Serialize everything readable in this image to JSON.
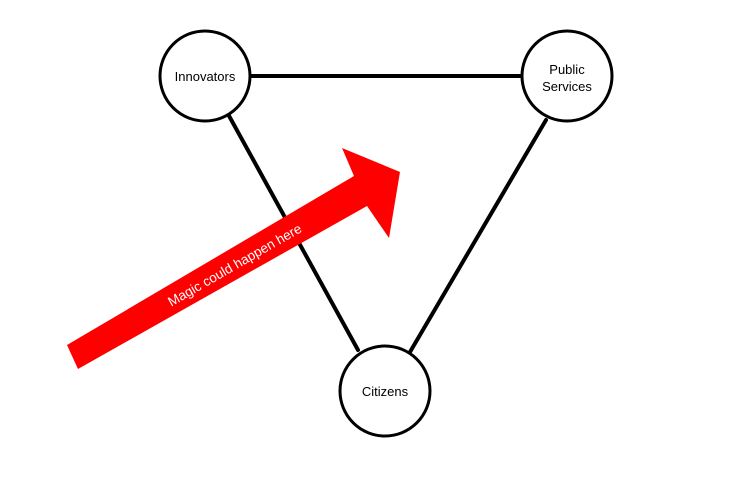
{
  "diagram": {
    "nodes": {
      "innovators": {
        "label": "Innovators"
      },
      "public_services": {
        "label_line1": "Public",
        "label_line2": "Services"
      },
      "citizens": {
        "label": "Citizens"
      }
    },
    "arrow": {
      "label": "Magic could happen here",
      "color": "#ff0000"
    },
    "colors": {
      "line": "#000000",
      "node_fill": "#ffffff",
      "background": "#ffffff"
    }
  }
}
